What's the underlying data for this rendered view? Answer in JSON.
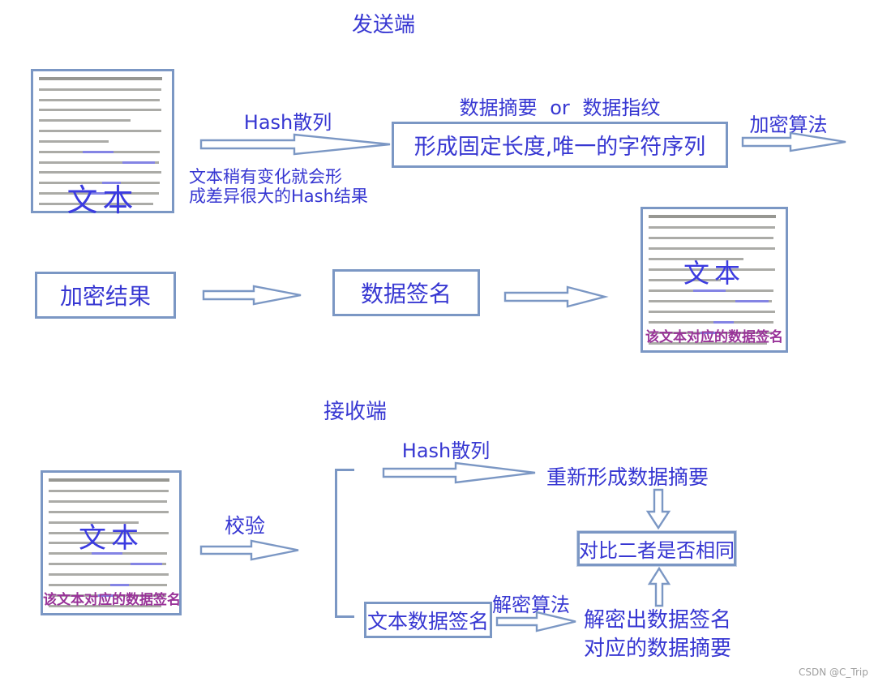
{
  "sender": {
    "title": "发送端",
    "source_doc": {
      "label": "文本"
    },
    "hash_arrow_label": "Hash散列",
    "hash_note": {
      "line1": "文本稍有变化就会形",
      "line2": "成差异很大的Hash结果"
    },
    "digest_heading": "数据摘要 or 数据指纹",
    "digest_box_label": "形成固定长度,唯一的字符序列",
    "encrypt_arrow_label": "加密算法",
    "encrypted_result_box_label": "加密结果",
    "signature_box_label": "数据签名",
    "signed_doc": {
      "label": "文本",
      "caption": "该文本对应的数据签名"
    }
  },
  "receiver": {
    "title": "接收端",
    "received_doc": {
      "label": "文本",
      "caption": "该文本对应的数据签名"
    },
    "verify_arrow_label": "校验",
    "hash_arrow_label": "Hash散列",
    "rehash_result_text": "重新形成数据摘要",
    "compare_box_label": "对比二者是否相同",
    "signature_box_label": "文本数据签名",
    "decrypt_arrow_label": "解密算法",
    "decrypt_result": {
      "line1": "解密出数据签名",
      "line2": "对应的数据摘要"
    }
  },
  "watermark": "CSDN @C_Trip",
  "colors": {
    "text_blue": "#3737d2",
    "shape_blue": "#7b97c4",
    "caption_purple": "#993399",
    "watermark_gray": "#9e9e9e"
  }
}
